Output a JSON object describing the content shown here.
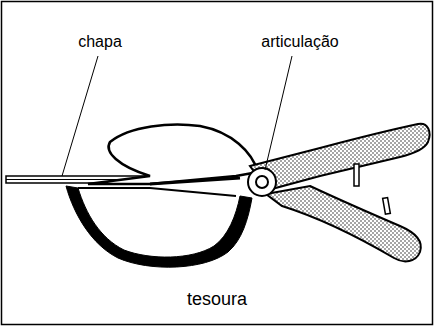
{
  "diagram": {
    "caption": "tesoura",
    "labels": [
      "chapa",
      "articulação"
    ]
  }
}
